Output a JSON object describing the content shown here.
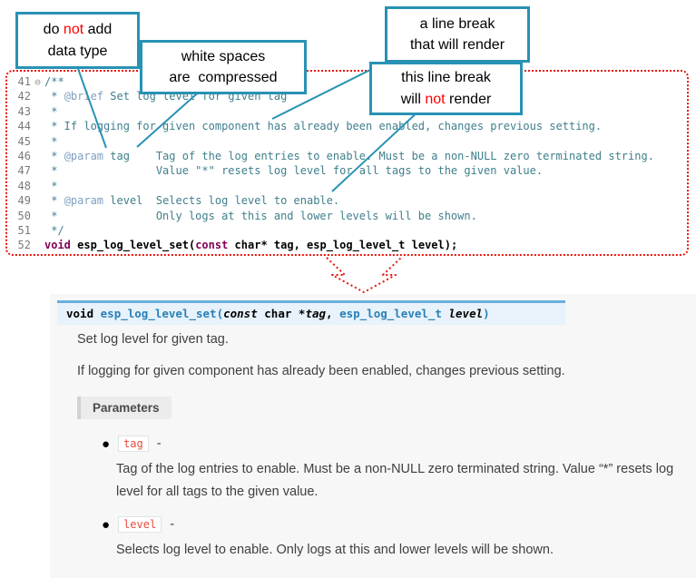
{
  "colors": {
    "callout_border": "#2892b4",
    "dotted_frame_red": "#e81309",
    "annotation_red_text": "#ff0000",
    "signature_bg": "#e7f2fa",
    "signature_border": "#6ab0de",
    "signature_accent": "#2980b9",
    "comment_teal": "#3f7f8c",
    "doxygen_tag_blue": "#7f9fbf",
    "keyword_purple": "#7f0055",
    "literal_red": "#e74c3c",
    "doc_panel_bg": "#f7f7f7"
  },
  "callouts": [
    {
      "lines": [
        [
          {
            "t": "do ",
            "c": ""
          },
          {
            "t": "not",
            "c": "red"
          },
          {
            "t": " add",
            "c": ""
          }
        ],
        [
          {
            "t": "data type",
            "c": ""
          }
        ]
      ]
    },
    {
      "lines": [
        [
          {
            "t": "white spaces",
            "c": ""
          }
        ],
        [
          {
            "t": "are  compressed",
            "c": ""
          }
        ]
      ]
    },
    {
      "lines": [
        [
          {
            "t": "a line break",
            "c": ""
          }
        ],
        [
          {
            "t": "that will render",
            "c": ""
          }
        ]
      ]
    },
    {
      "lines": [
        [
          {
            "t": "this line break",
            "c": ""
          }
        ],
        [
          {
            "t": "will ",
            "c": ""
          },
          {
            "t": "not",
            "c": "red"
          },
          {
            "t": " render",
            "c": ""
          }
        ]
      ]
    }
  ],
  "code": {
    "lines": [
      {
        "num": "41",
        "fold": "⊖",
        "segs": [
          {
            "t": "/**",
            "c": "cmt"
          }
        ]
      },
      {
        "num": "42",
        "segs": [
          {
            "t": " * ",
            "c": "cmt"
          },
          {
            "t": "@brief",
            "c": "doxtag"
          },
          {
            "t": " Set log level for given tag",
            "c": "cmt"
          }
        ]
      },
      {
        "num": "43",
        "segs": [
          {
            "t": " *",
            "c": "cmt"
          }
        ]
      },
      {
        "num": "44",
        "segs": [
          {
            "t": " * If logging for given component has already been enabled, changes previous setting.",
            "c": "cmt"
          }
        ]
      },
      {
        "num": "45",
        "segs": [
          {
            "t": " *",
            "c": "cmt"
          }
        ]
      },
      {
        "num": "46",
        "segs": [
          {
            "t": " * ",
            "c": "cmt"
          },
          {
            "t": "@param",
            "c": "doxtag"
          },
          {
            "t": " tag    Tag of the log entries to enable. Must be a non-NULL zero terminated string.",
            "c": "cmt"
          }
        ]
      },
      {
        "num": "47",
        "segs": [
          {
            "t": " *               Value \"*\" resets log level for all tags to the given value.",
            "c": "cmt"
          }
        ]
      },
      {
        "num": "48",
        "segs": [
          {
            "t": " *",
            "c": "cmt"
          }
        ]
      },
      {
        "num": "49",
        "segs": [
          {
            "t": " * ",
            "c": "cmt"
          },
          {
            "t": "@param",
            "c": "doxtag"
          },
          {
            "t": " level  Selects log level to enable.",
            "c": "cmt"
          }
        ]
      },
      {
        "num": "50",
        "segs": [
          {
            "t": " *               Only logs at this and lower levels will be shown.",
            "c": "cmt"
          }
        ]
      },
      {
        "num": "51",
        "segs": [
          {
            "t": " */",
            "c": "cmt"
          }
        ]
      },
      {
        "num": "52",
        "segs": [
          {
            "t": "void",
            "c": "kw"
          },
          {
            "t": " ",
            "c": "plain"
          },
          {
            "t": "esp_log_level_set",
            "c": "fn"
          },
          {
            "t": "(",
            "c": "plain"
          },
          {
            "t": "const",
            "c": "kw"
          },
          {
            "t": " char* tag, esp_log_level_t level);",
            "c": "plain"
          }
        ]
      }
    ]
  },
  "doc": {
    "signature_segs": [
      {
        "t": "void ",
        "c": "s-kw"
      },
      {
        "t": "esp_log_level_set",
        "c": "s-name"
      },
      {
        "t": "(",
        "c": "s-name"
      },
      {
        "t": "const",
        "c": "s-const"
      },
      {
        "t": " char *",
        "c": "s-plain"
      },
      {
        "t": "tag",
        "c": "s-param"
      },
      {
        "t": ", ",
        "c": "s-plain"
      },
      {
        "t": "esp_log_level_t ",
        "c": "s-type"
      },
      {
        "t": "level",
        "c": "s-param"
      },
      {
        "t": ")",
        "c": "s-name"
      }
    ],
    "brief": "Set log level for given tag.",
    "description": "If logging for given component has already been enabled, changes previous setting.",
    "parameters_label": "Parameters",
    "bullet_icon": "●",
    "params": [
      {
        "name": "tag",
        "sep": "-",
        "desc": "Tag of the log entries to enable. Must be a non-NULL zero terminated string. Value “*” resets log level for all tags to the given value."
      },
      {
        "name": "level",
        "sep": "-",
        "desc": "Selects log level to enable. Only logs at this and lower levels will be shown."
      }
    ]
  }
}
